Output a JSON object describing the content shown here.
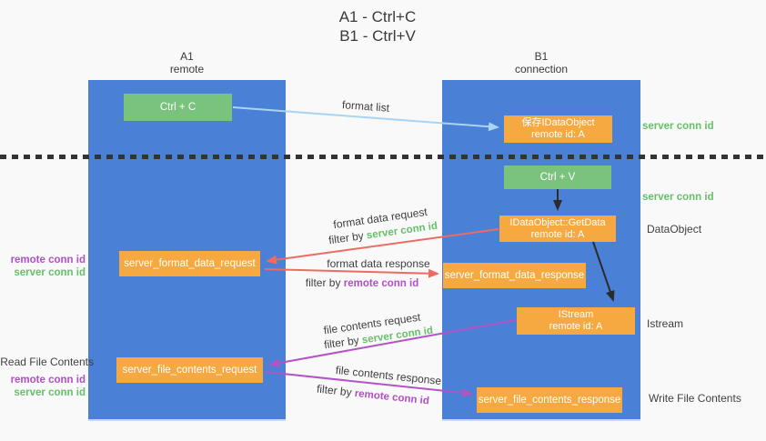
{
  "title": {
    "line1": "A1 - Ctrl+C",
    "line2": "B1 - Ctrl+V"
  },
  "lanes": {
    "left": {
      "name": "A1",
      "role": "remote"
    },
    "right": {
      "name": "B1",
      "role": "connection"
    }
  },
  "nodes": {
    "ctrl_c": {
      "label": "Ctrl + C"
    },
    "ctrl_v": {
      "label": "Ctrl + V"
    },
    "save_dataobject": {
      "line1": "保存IDataObject",
      "line2": "remote id: A"
    },
    "getdata": {
      "line1": "IDataObject::GetData",
      "line2": "remote id: A"
    },
    "istream": {
      "line1": "IStream",
      "line2": "remote id: A"
    },
    "format_request": {
      "label": "server_format_data_request"
    },
    "format_response": {
      "label": "server_format_data_response"
    },
    "file_request": {
      "label": "server_file_contents_request"
    },
    "file_response": {
      "label": "server_file_contents_response"
    }
  },
  "flows": {
    "format_list": {
      "label": "format list"
    },
    "format_request": {
      "label": "format data request",
      "filter_prefix": "filter by ",
      "filter_key": "server conn id"
    },
    "format_response": {
      "label": "format data response",
      "filter_prefix": "filter by ",
      "filter_key": "remote conn id"
    },
    "file_request": {
      "label": "file contents request",
      "filter_prefix": "filter by ",
      "filter_key": "server conn id"
    },
    "file_response": {
      "label": "file contents response",
      "filter_prefix": "filter by ",
      "filter_key": "remote conn id"
    }
  },
  "side_labels": {
    "server_conn_top": "server conn id",
    "server_conn_mid": "server conn id",
    "dataobject": "DataObject",
    "istream": "Istream",
    "write_file": "Write File Contents",
    "read_file": "Read File Contents",
    "remote_conn_format": "remote conn id",
    "server_conn_format": "server conn id",
    "remote_conn_file": "remote conn id",
    "server_conn_file": "server conn id"
  },
  "colors": {
    "panel_blue": "#4a80d6",
    "box_green": "#79c37c",
    "box_orange": "#f7a941",
    "text_green": "#67bf6b",
    "text_purple": "#b14fc4",
    "arrow_red": "#ed6c62",
    "arrow_purple": "#b254c4",
    "arrow_light_blue": "#a9d4f2",
    "arrow_black": "#2b2b2b",
    "text_dark": "#3f3f3f",
    "background": "#f9f9f9"
  }
}
